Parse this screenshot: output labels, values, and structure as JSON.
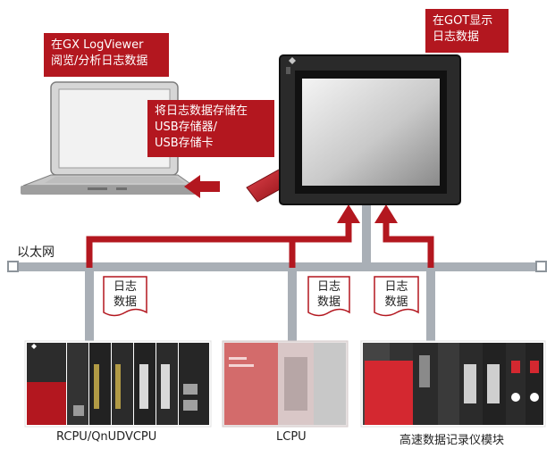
{
  "callouts": {
    "logviewer": [
      "在GX LogViewer",
      "阅览/分析日志数据"
    ],
    "got_display": [
      "在GOT显示",
      "日志数据"
    ],
    "usb_store": [
      "将日志数据存储在",
      "USB存储器/",
      "USB存储卡"
    ]
  },
  "network_label": "以太网",
  "log_tags": [
    [
      "日志",
      "数据"
    ],
    [
      "日志",
      "数据"
    ],
    [
      "日志",
      "数据"
    ]
  ],
  "device_labels": {
    "rcpu": "RCPU/QnUDVCPU",
    "lcpu": "LCPU",
    "logger": "高速数据记录仪模块"
  },
  "colors": {
    "accent_red": "#b3171f",
    "network_gray": "#a9afb6"
  }
}
